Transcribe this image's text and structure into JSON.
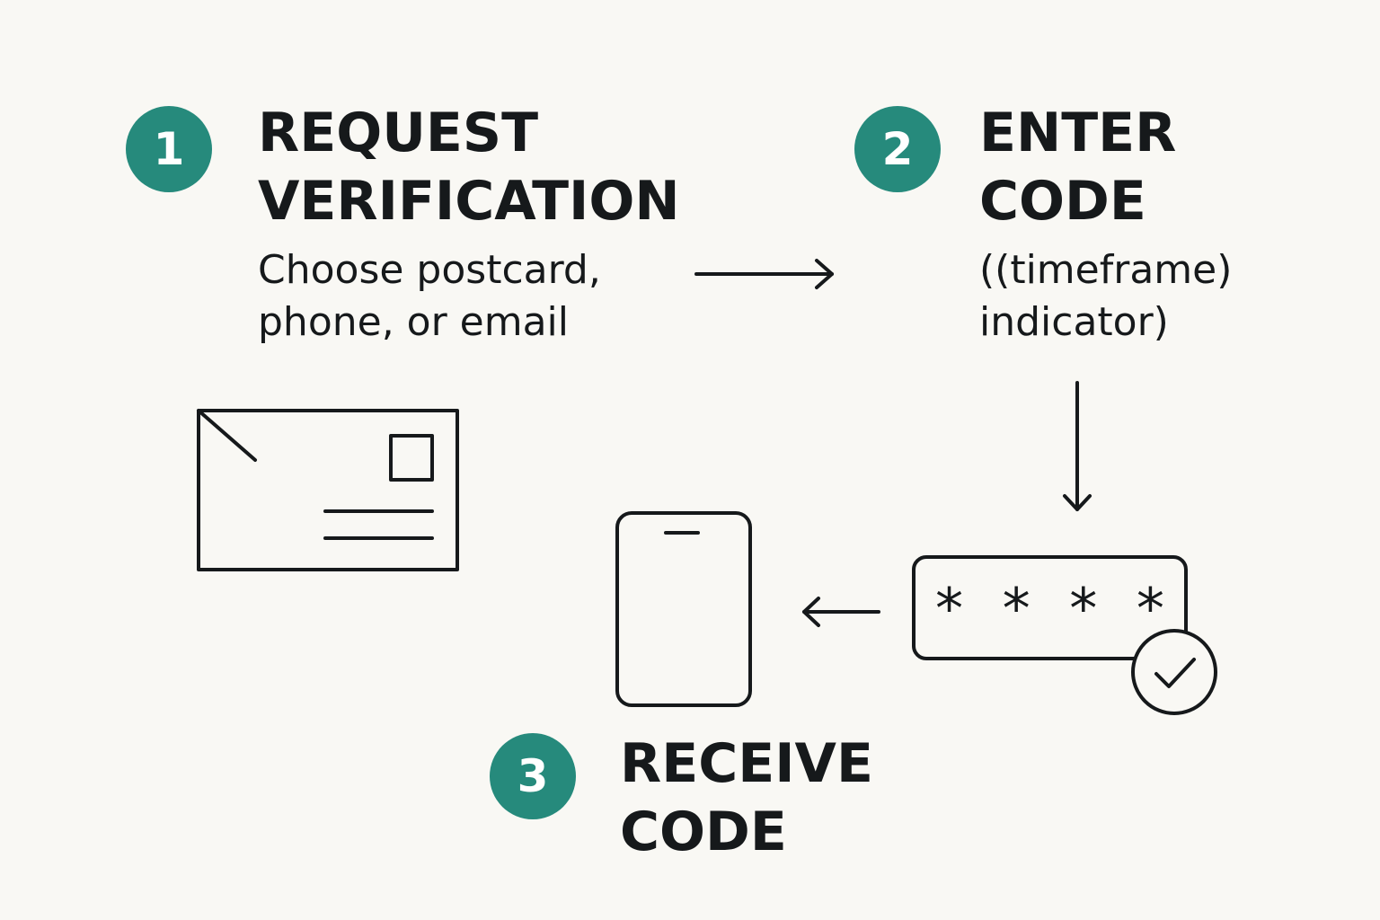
{
  "steps": [
    {
      "number": "1",
      "title_lines": [
        "REQUEST",
        "VERIFICATION"
      ],
      "desc_lines": [
        "Choose postcard,",
        "phone, or email"
      ]
    },
    {
      "number": "2",
      "title_lines": [
        "ENTER",
        "CODE"
      ],
      "desc_lines": [
        "((timeframe)",
        "indicator)"
      ]
    },
    {
      "number": "3",
      "title_lines": [
        "RECEIVE",
        "CODE"
      ]
    }
  ],
  "code_field": {
    "masked_value": "* * * *"
  },
  "icons": {
    "postcard": "postcard-icon",
    "phone": "phone-icon",
    "code_input": "code-input-icon",
    "check": "check-circle-icon"
  },
  "colors": {
    "accent": "#268a7c",
    "ink": "#16191b",
    "background": "#f9f8f4"
  }
}
